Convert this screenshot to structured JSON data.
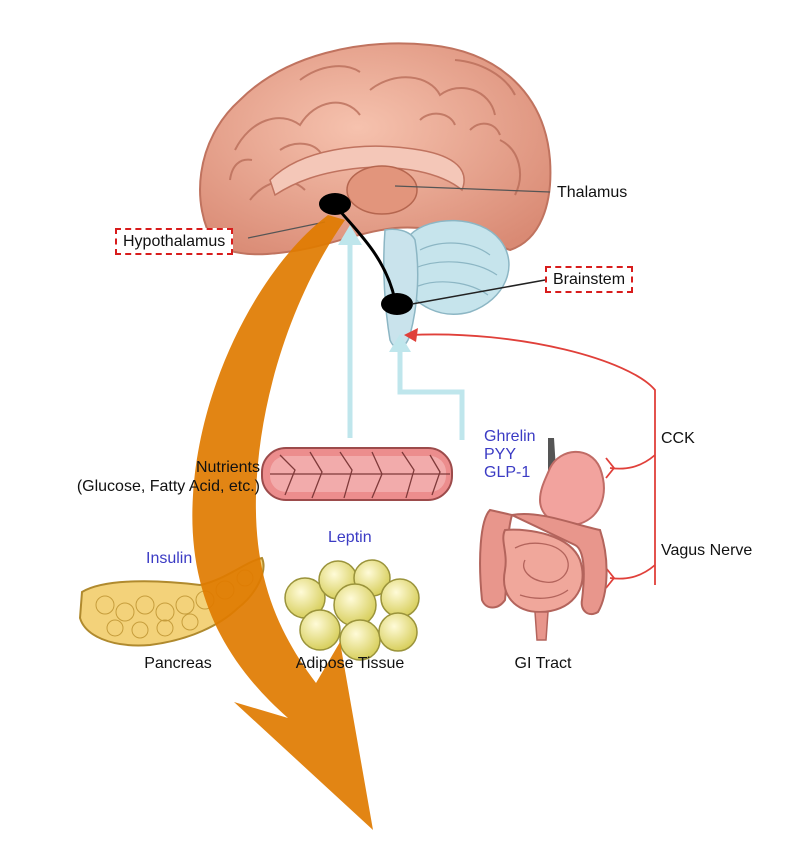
{
  "labels": {
    "thalamus": "Thalamus",
    "hypothalamus": "Hypothalamus",
    "brainstem": "Brainstem",
    "nutrients_line1": "Nutrients",
    "nutrients_line2": "(Glucose, Fatty Acid, etc.)",
    "insulin": "Insulin",
    "leptin": "Leptin",
    "ghrelin": "Ghrelin",
    "pyy": "PYY",
    "glp1": "GLP-1",
    "cck": "CCK",
    "vagus_nerve": "Vagus Nerve",
    "pancreas": "Pancreas",
    "adipose_tissue": "Adipose Tissue",
    "gi_tract": "GI Tract"
  },
  "colors": {
    "hormone_text": "#3b3bc4",
    "callout_border": "#d81c1c",
    "signal_arrow": "#e0403a",
    "blood_arrow": "#bfe6ec",
    "output_arrow": "#e07b00",
    "brain": "#e9a58f",
    "cerebellum": "#bfe2ec",
    "pancreas": "#f3d27a",
    "fat_cell": "#f1ec9c",
    "vessel": "#ec8d8d",
    "stomach": "#f2a39e"
  }
}
